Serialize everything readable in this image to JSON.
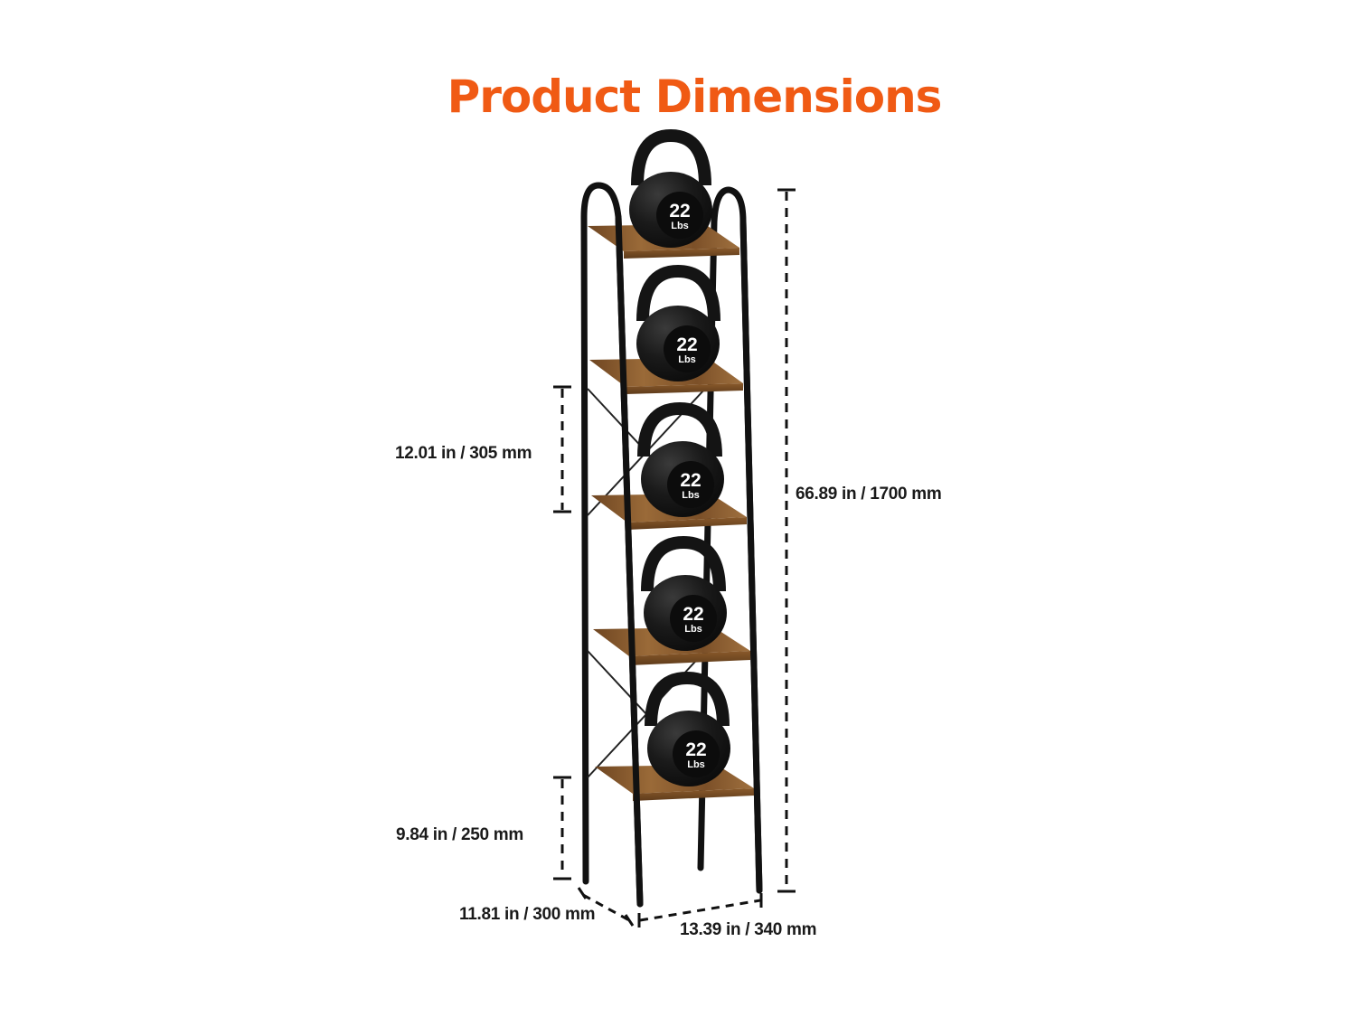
{
  "title": "Product Dimensions",
  "colors": {
    "title": "#f05a14",
    "frame": "#111111",
    "shelf_wood": "#8a5a2b",
    "kettlebell": "#161616",
    "dimension_lines": "#111111"
  },
  "dimensions": {
    "total_height": "66.89 in / 1700 mm",
    "shelf_spacing": "12.01 in / 305 mm",
    "bottom_clearance": "9.84 in / 250 mm",
    "depth": "11.81 in / 300 mm",
    "width": "13.39 in / 340 mm"
  },
  "product": {
    "shelf_count": 5,
    "kettlebells": [
      {
        "weight": "22",
        "unit": "Lbs"
      },
      {
        "weight": "22",
        "unit": "Lbs"
      },
      {
        "weight": "22",
        "unit": "Lbs"
      },
      {
        "weight": "22",
        "unit": "Lbs"
      },
      {
        "weight": "22",
        "unit": "Lbs"
      }
    ]
  }
}
